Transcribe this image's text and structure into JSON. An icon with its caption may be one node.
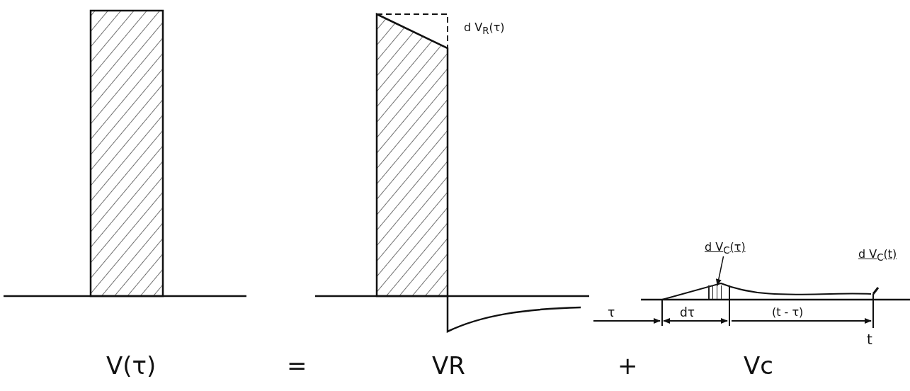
{
  "diagram": {
    "nodes": [
      {
        "text": [
          "d V$_{C}$(τ)"
        ]
      },
      {
        "text": [],
        "shape": "picture"
      }
    ],
    "edges": [
      {
        "from": 0,
        "to": 1,
        "arrow": "to"
      }
    ],
    "labels": [
      "d V$_{R}$(τ)",
      "d V$_{C}$(t)",
      "τ",
      "dτ",
      "(t - τ)",
      "t",
      "V(τ)",
      "=",
      "VR",
      "+",
      "Vc"
    ]
  }
}
